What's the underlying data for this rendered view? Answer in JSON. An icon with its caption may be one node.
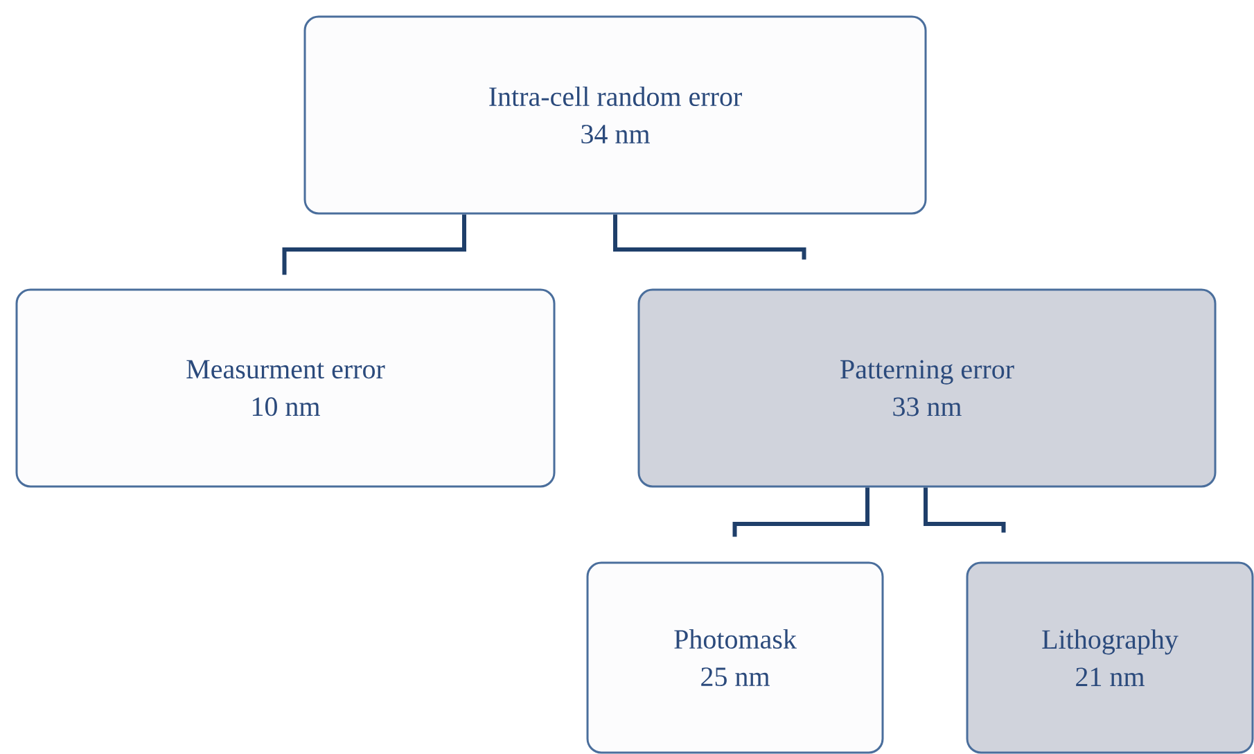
{
  "diagram": {
    "nodes": [
      {
        "text": [
          "Intra-cell random error",
          "34 nm"
        ]
      },
      {
        "text": [
          "Measurment error",
          "10 nm"
        ]
      },
      {
        "text": [
          "Patterning error",
          "33 nm"
        ]
      },
      {
        "text": [
          "Photomask",
          "25 nm"
        ]
      },
      {
        "text": [
          "Lithography",
          "21 nm"
        ]
      }
    ],
    "edges": [
      {
        "from": 0,
        "to": 1,
        "arrow": "none"
      },
      {
        "from": 0,
        "to": 2,
        "arrow": "none"
      },
      {
        "from": 2,
        "to": 3,
        "arrow": "none"
      },
      {
        "from": 2,
        "to": 4,
        "arrow": "none"
      }
    ]
  }
}
